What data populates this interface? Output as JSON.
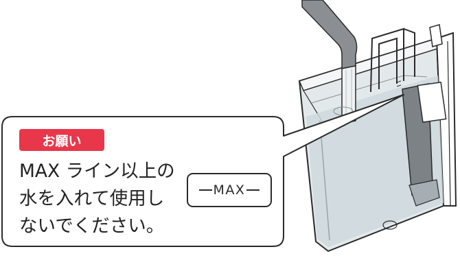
{
  "badge": {
    "label": "お願い"
  },
  "message": {
    "line1": "MAX ライン以上の",
    "line2": "水を入れて使用し",
    "line3": "ないでください。"
  },
  "max_indicator": {
    "label": "MAX"
  },
  "colors": {
    "badge_background": "#e8374a",
    "tank_body": "#dfe5e8",
    "outline": "#2a2a2a",
    "tube": "#8c8f94"
  }
}
